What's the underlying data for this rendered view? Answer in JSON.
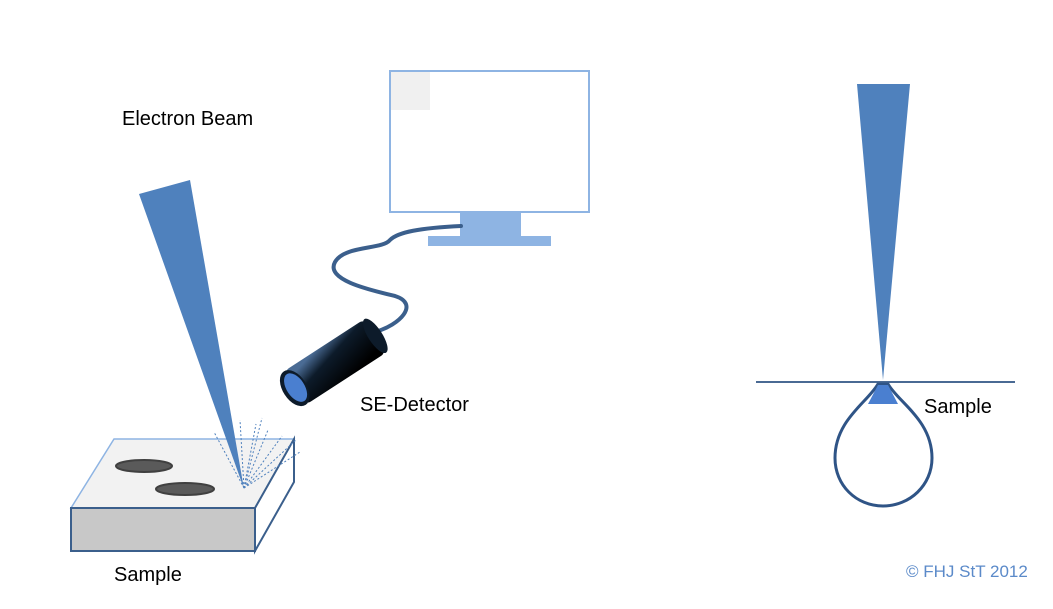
{
  "labels": {
    "electron_beam": "Electron Beam",
    "se_detector": "SE-Detector",
    "sample_left": "Sample",
    "sample_right": "Sample",
    "copyright": "© FHJ StT 2012"
  },
  "colors": {
    "beam": "#4f81bd",
    "monitor_outline": "#8eb4e3",
    "monitor_stand": "#8eb4e3",
    "cable": "#3b5f8c",
    "detector_body": "#0d1b2a",
    "detector_lens": "#4a7fd0",
    "sample_top": "#f0f0f0",
    "sample_front": "#c8c8c8",
    "sample_edge": "#3b5f8c",
    "sample_holes": "#5a5a5a",
    "copyright": "#5b8ac9",
    "interaction_volume": "#2f5486",
    "surface_line": "#4a6a94"
  },
  "icons": [
    "electron-beam-cone",
    "monitor-icon",
    "se-detector-icon",
    "sample-block",
    "interaction-volume-bulb"
  ]
}
